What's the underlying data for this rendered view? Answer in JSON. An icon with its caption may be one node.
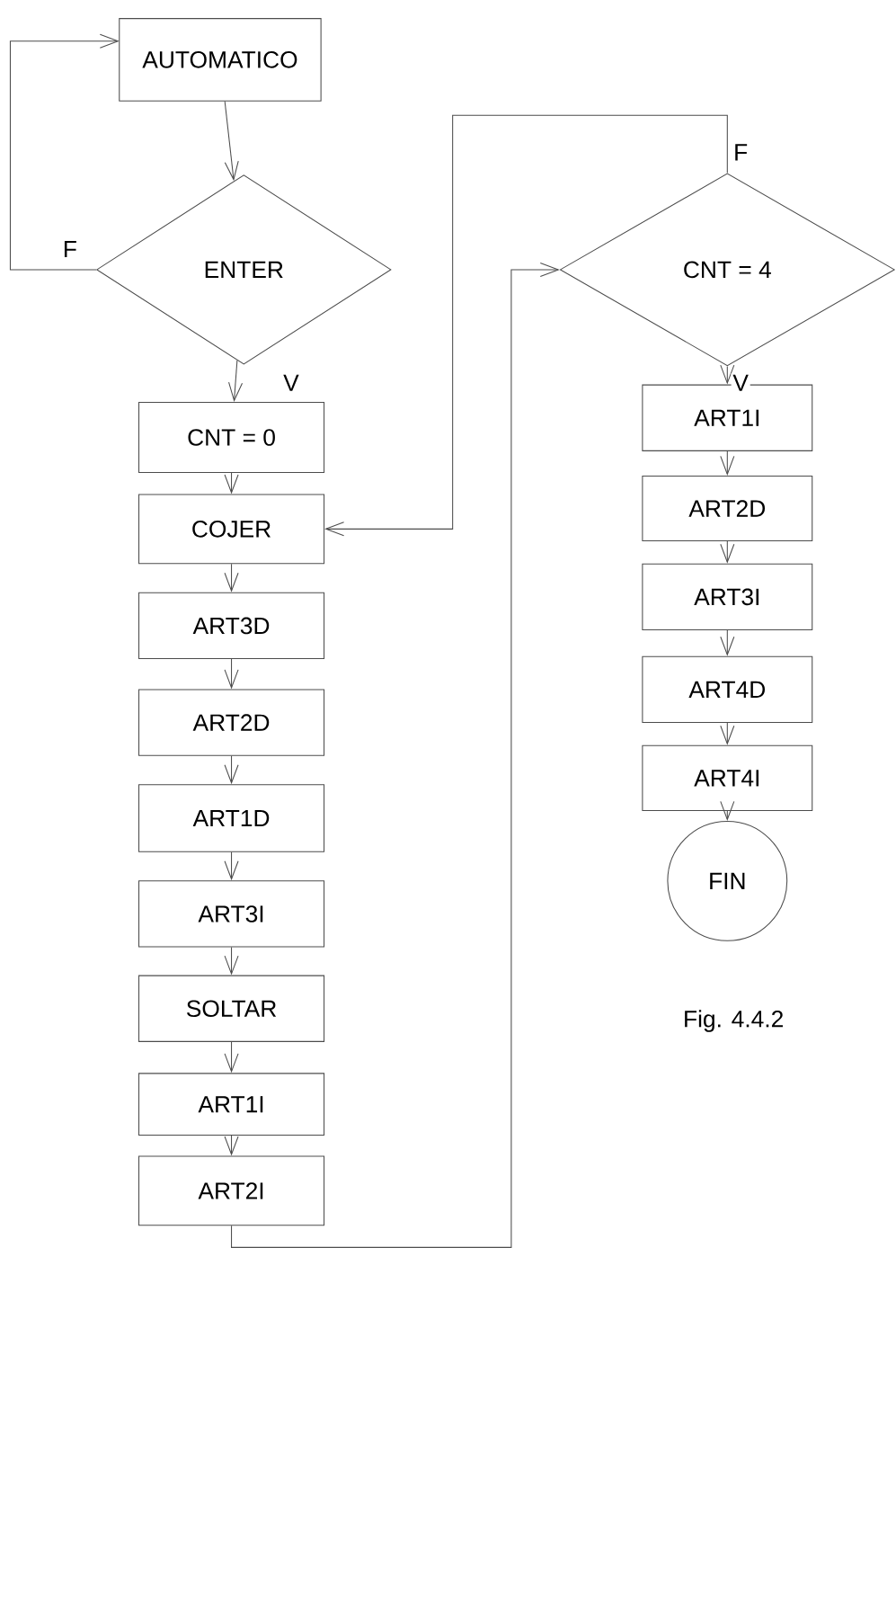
{
  "diagram": {
    "caption": "Fig. 4.4.2",
    "nodes": [
      {
        "text": [
          "AUTOMATICO"
        ]
      },
      {
        "text": [
          "ENTER"
        ]
      },
      {
        "text": [
          "CNT = 0"
        ]
      },
      {
        "text": [
          "COJER"
        ]
      },
      {
        "text": [
          "ART3D"
        ]
      },
      {
        "text": [
          "ART2D"
        ]
      },
      {
        "text": [
          "ART1D"
        ]
      },
      {
        "text": [
          "ART3I"
        ]
      },
      {
        "text": [
          "SOLTAR"
        ]
      },
      {
        "text": [
          "ART1I"
        ]
      },
      {
        "text": [
          "ART2I"
        ]
      },
      {
        "text": [
          "CNT = 4"
        ]
      },
      {
        "text": [
          "ART1I"
        ]
      },
      {
        "text": [
          "ART2D"
        ]
      },
      {
        "text": [
          "ART3I"
        ]
      },
      {
        "text": [
          "ART4D"
        ]
      },
      {
        "text": [
          "ART4I"
        ]
      },
      {
        "text": [
          "FIN"
        ]
      }
    ],
    "edges": [
      {
        "from": 0,
        "to": 1,
        "arrow": "to"
      },
      {
        "from": 1,
        "to": 0,
        "arrow": "to",
        "label": "F"
      },
      {
        "from": 1,
        "to": 2,
        "arrow": "to",
        "label": "V"
      },
      {
        "from": 2,
        "to": 3,
        "arrow": "to"
      },
      {
        "from": 3,
        "to": 4,
        "arrow": "to"
      },
      {
        "from": 4,
        "to": 5,
        "arrow": "to"
      },
      {
        "from": 5,
        "to": 6,
        "arrow": "to"
      },
      {
        "from": 6,
        "to": 7,
        "arrow": "to"
      },
      {
        "from": 7,
        "to": 8,
        "arrow": "to"
      },
      {
        "from": 8,
        "to": 9,
        "arrow": "to"
      },
      {
        "from": 9,
        "to": 10,
        "arrow": "to"
      },
      {
        "from": 10,
        "to": 11,
        "arrow": "to"
      },
      {
        "from": 11,
        "to": 3,
        "arrow": "to",
        "label": "F"
      },
      {
        "from": 11,
        "to": 12,
        "arrow": "to",
        "label": "V"
      },
      {
        "from": 12,
        "to": 13,
        "arrow": "to"
      },
      {
        "from": 13,
        "to": 14,
        "arrow": "to"
      },
      {
        "from": 14,
        "to": 15,
        "arrow": "to"
      },
      {
        "from": 15,
        "to": 16,
        "arrow": "to"
      },
      {
        "from": 16,
        "to": 17,
        "arrow": "to"
      }
    ]
  }
}
